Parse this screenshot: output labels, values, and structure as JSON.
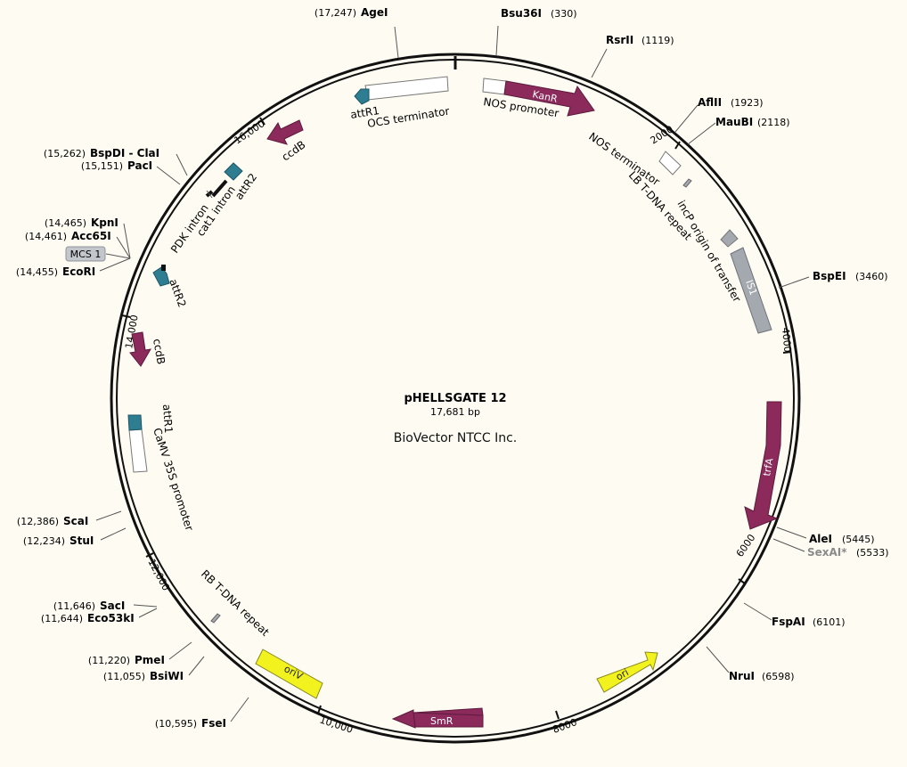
{
  "plasmid": {
    "name": "pHELLSGATE 12",
    "length_bp": 17681,
    "length_label": "17,681 bp",
    "organization": "BioVector NTCC Inc."
  },
  "colors": {
    "background": "#fefcf2",
    "backbone": "#111111",
    "resistance_marker": "#8b2a5b",
    "attr_site": "#2e7d91",
    "origin": "#f2f21f",
    "misc_feature": "#a4a9b0",
    "promoter_terminator_fill": "#ffffff"
  },
  "scale_ticks": [
    2000,
    4000,
    6000,
    8000,
    10000,
    12000,
    14000,
    16000
  ],
  "tick_labels": [
    "2000",
    "4000",
    "6000",
    "8000",
    "10,000",
    "12,000",
    "14,000",
    "16,000"
  ],
  "restriction_sites": [
    {
      "name": "AgeI",
      "position": 17247,
      "position_label": "(17,247)"
    },
    {
      "name": "Bsu36I",
      "position": 330,
      "position_label": "(330)"
    },
    {
      "name": "RsrII",
      "position": 1119,
      "position_label": "(1119)"
    },
    {
      "name": "AflII",
      "position": 1923,
      "position_label": "(1923)"
    },
    {
      "name": "MauBI",
      "position": 2118,
      "position_label": "(2118)"
    },
    {
      "name": "BspEI",
      "position": 3460,
      "position_label": "(3460)"
    },
    {
      "name": "AleI",
      "position": 5445,
      "position_label": "(5445)"
    },
    {
      "name": "SexAI*",
      "position": 5533,
      "position_label": "(5533)",
      "faded": true
    },
    {
      "name": "FspAI",
      "position": 6101,
      "position_label": "(6101)"
    },
    {
      "name": "NruI",
      "position": 6598,
      "position_label": "(6598)"
    },
    {
      "name": "FseI",
      "position": 10595,
      "position_label": "(10,595)"
    },
    {
      "name": "BsiWI",
      "position": 11055,
      "position_label": "(11,055)"
    },
    {
      "name": "PmeI",
      "position": 11220,
      "position_label": "(11,220)"
    },
    {
      "name": "Eco53kI",
      "position": 11644,
      "position_label": "(11,644)"
    },
    {
      "name": "SacI",
      "position": 11646,
      "position_label": "(11,646)"
    },
    {
      "name": "StuI",
      "position": 12234,
      "position_label": "(12,234)"
    },
    {
      "name": "ScaI",
      "position": 12386,
      "position_label": "(12,386)"
    },
    {
      "name": "EcoRI",
      "position": 14455,
      "position_label": "(14,455)"
    },
    {
      "name": "Acc65I",
      "position": 14461,
      "position_label": "(14,461)"
    },
    {
      "name": "KpnI",
      "position": 14465,
      "position_label": "(14,465)"
    },
    {
      "name": "PacI",
      "position": 15151,
      "position_label": "(15,151)"
    },
    {
      "name": "BspDI - ClaI",
      "position": 15262,
      "position_label": "(15,262)"
    }
  ],
  "mcs_label": "MCS 1",
  "features": [
    {
      "name": "KanR",
      "type": "marker",
      "arrow_label": "KanR"
    },
    {
      "name": "NOS promoter",
      "type": "promoter"
    },
    {
      "name": "NOS terminator",
      "type": "terminator"
    },
    {
      "name": "LB T-DNA repeat",
      "type": "repeat"
    },
    {
      "name": "incP origin of transfer",
      "type": "misc"
    },
    {
      "name": "IS1",
      "type": "misc",
      "arrow_label": "IS1"
    },
    {
      "name": "trfA",
      "type": "marker",
      "arrow_label": "trfA"
    },
    {
      "name": "ori",
      "type": "origin",
      "arrow_label": "ori"
    },
    {
      "name": "SmR",
      "type": "marker",
      "arrow_label": "SmR"
    },
    {
      "name": "oriV",
      "type": "origin",
      "arrow_label": "oriV"
    },
    {
      "name": "RB T-DNA repeat",
      "type": "repeat"
    },
    {
      "name": "CaMV 35S promoter",
      "type": "promoter"
    },
    {
      "name": "attR1",
      "type": "att",
      "instance": "lower"
    },
    {
      "name": "ccdB",
      "type": "marker",
      "instance": "lower"
    },
    {
      "name": "attR2",
      "type": "att",
      "instance": "lower"
    },
    {
      "name": "PDK intron",
      "type": "intron"
    },
    {
      "name": "cat1 intron",
      "type": "intron"
    },
    {
      "name": "attR2",
      "type": "att",
      "instance": "upper"
    },
    {
      "name": "ccdB",
      "type": "marker",
      "instance": "upper"
    },
    {
      "name": "attR1",
      "type": "att",
      "instance": "upper"
    },
    {
      "name": "OCS terminator",
      "type": "terminator"
    }
  ]
}
